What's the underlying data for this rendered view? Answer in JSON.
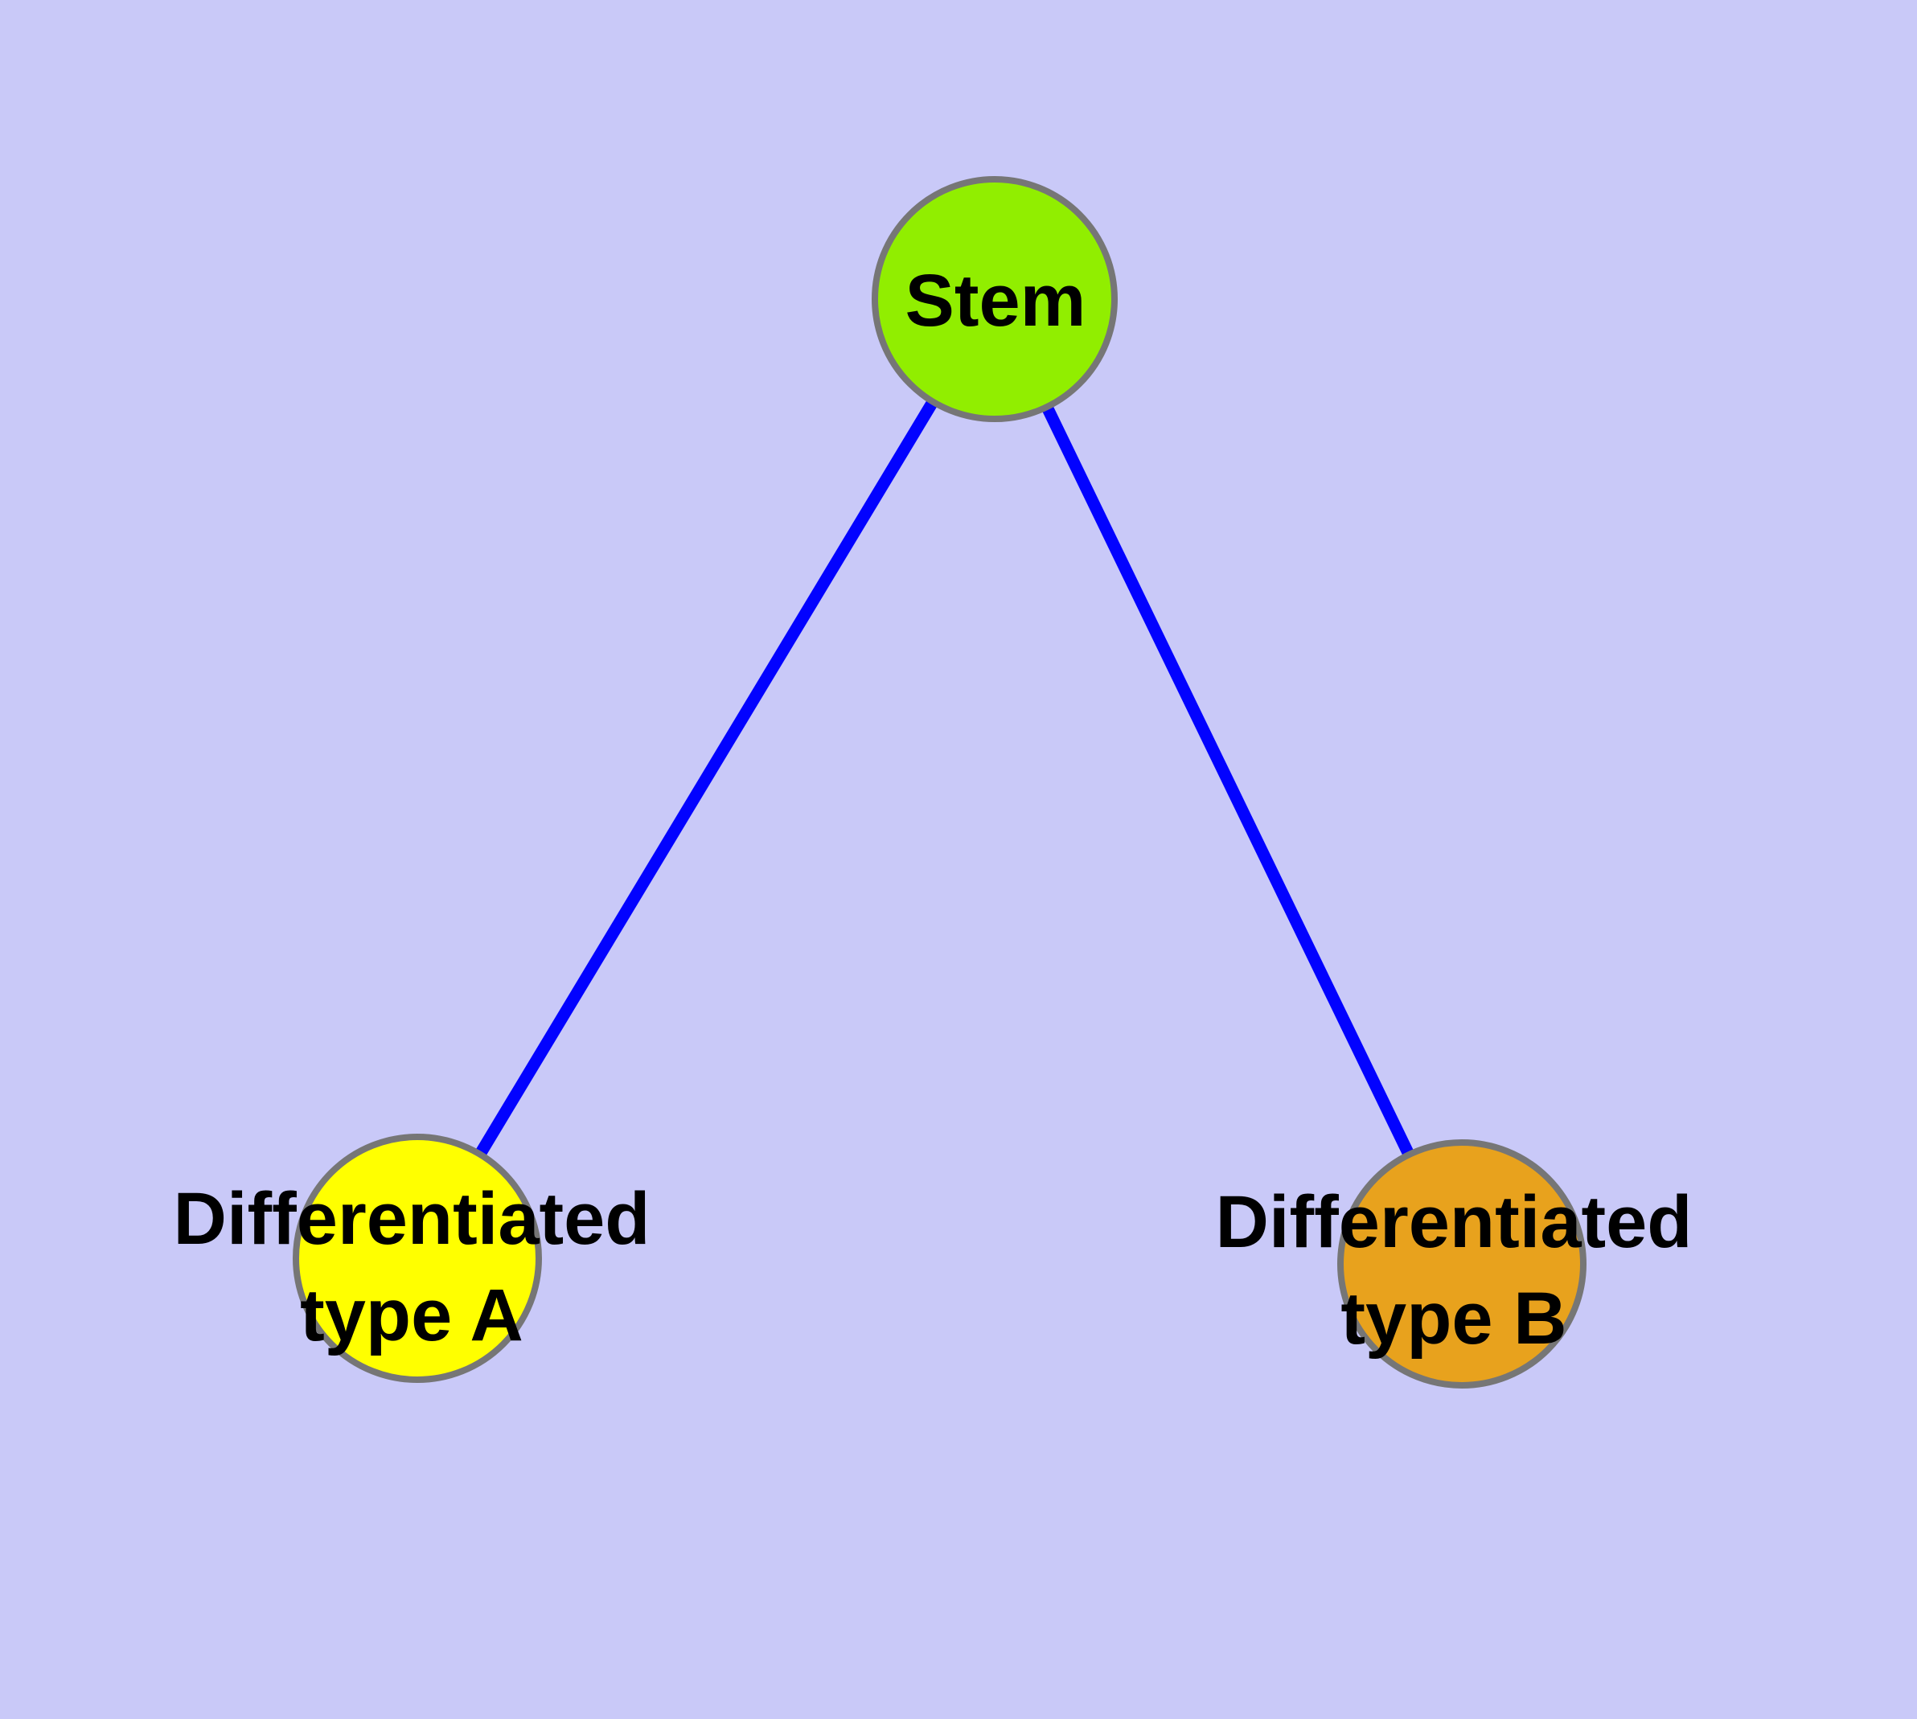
{
  "diagram": {
    "background_color": "#C9C9F8",
    "edge_color": "#0202FF",
    "node_border_color": "#767676",
    "label_color": "#000000",
    "nodes": {
      "stem": {
        "label": "Stem",
        "fill": "#91EE00"
      },
      "type_a": {
        "label_line1": "Differentiated",
        "label_line2": "type A",
        "label_full": "Differentiated type A",
        "fill": "#FFFF00"
      },
      "type_b": {
        "label_line1": "Differentiated",
        "label_line2": "type B",
        "label_full": "Differentiated type B",
        "fill": "#E8A21D"
      }
    },
    "edges": [
      {
        "from": "Stem",
        "to": "Differentiated type A"
      },
      {
        "from": "Stem",
        "to": "Differentiated type B"
      }
    ]
  }
}
